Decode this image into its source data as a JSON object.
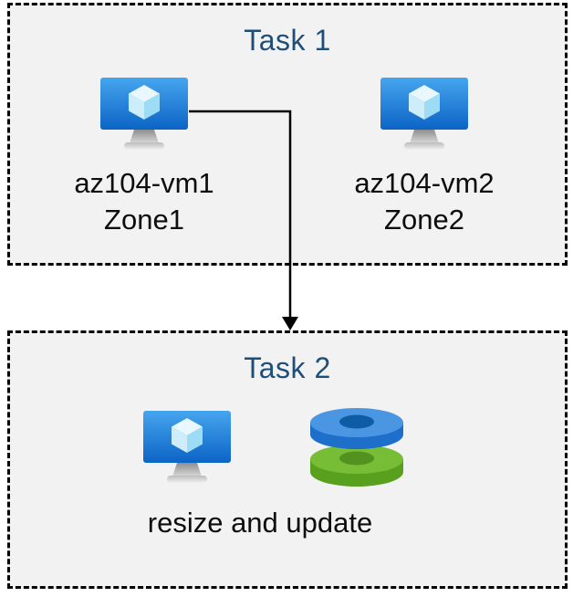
{
  "diagram": {
    "task1": {
      "title": "Task 1",
      "nodes": [
        {
          "icon": "virtual-machine-icon",
          "name": "az104-vm1",
          "zone": "Zone1"
        },
        {
          "icon": "virtual-machine-icon",
          "name": "az104-vm2",
          "zone": "Zone2"
        }
      ]
    },
    "task2": {
      "title": "Task 2",
      "icons": [
        "virtual-machine-icon",
        "disks-icon"
      ],
      "caption": "resize and update"
    },
    "connector": {
      "type": "elbow-arrow",
      "from": "az104-vm1",
      "to": "Task 2"
    }
  },
  "colors": {
    "page-bg": "#ffffff",
    "box-bg": "#f2f2f2",
    "box-border": "#000000",
    "title": "#1f4e79",
    "text": "#0d0d0d",
    "arrow": "#000000",
    "vm-screen-top": "#46a5ee",
    "vm-screen-bottom": "#0c64c5",
    "vm-cube": "#cdedfb",
    "disk-blue-top": "#4a96e3",
    "disk-blue-side": "#1d6fc9",
    "disk-blue-hole": "#0e5ba6",
    "disk-green-top": "#78bd36",
    "disk-green-side": "#5aa01f",
    "disk-green-hole": "#539120"
  }
}
